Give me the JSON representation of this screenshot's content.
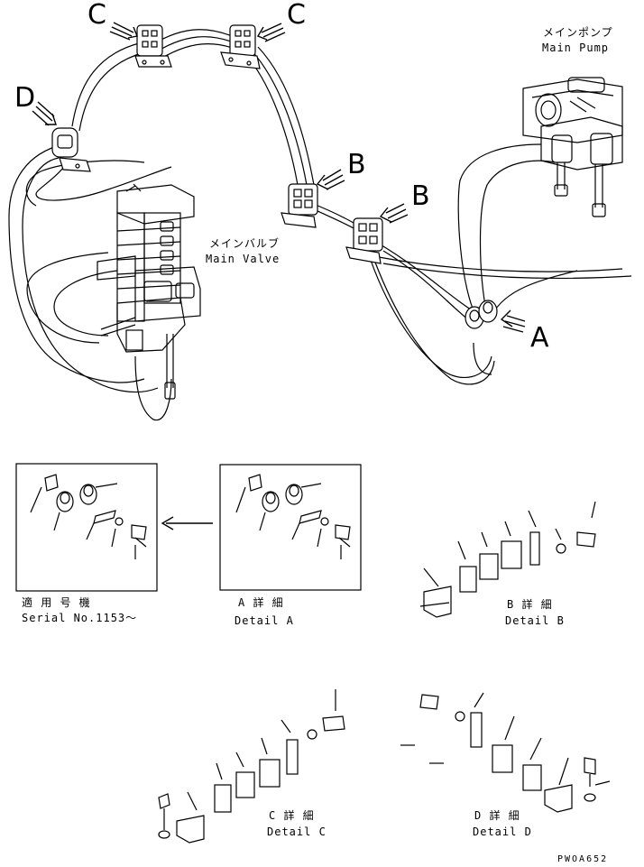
{
  "callouts": {
    "c_left": "C",
    "c_right": "C",
    "d": "D",
    "b_upper": "B",
    "b_lower": "B",
    "a": "A"
  },
  "main_pump": {
    "jp": "メインポンプ",
    "en": "Main Pump"
  },
  "main_valve": {
    "jp": "メインバルブ",
    "en": "Main Valve"
  },
  "serial": {
    "jp": "適 用 号 機",
    "en": "Serial No.1153～"
  },
  "detail_a": {
    "jp": "A 詳 細",
    "en": "Detail A"
  },
  "detail_b": {
    "jp": "B 詳 細",
    "en": "Detail B"
  },
  "detail_c": {
    "jp": "C 詳 細",
    "en": "Detail C"
  },
  "detail_d": {
    "jp": "D 詳 細",
    "en": "Detail D"
  },
  "drawing_code": "PWOA652"
}
